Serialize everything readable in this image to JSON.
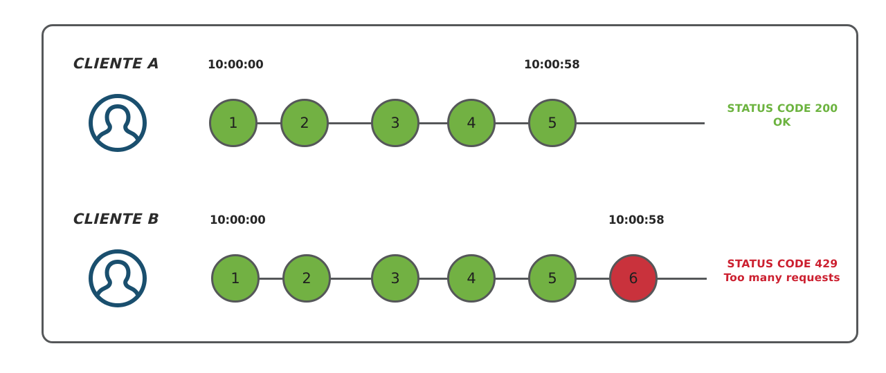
{
  "diagram": {
    "title_present": false,
    "frame": {
      "border_color": "#555759"
    },
    "colors": {
      "node_ok": "#72b143",
      "node_error": "#c9323c",
      "node_border": "#555759",
      "avatar": "#1a4f6e",
      "status_ok": "#6cb33f",
      "status_error": "#cc2030",
      "connector": "#555759"
    },
    "rows": [
      {
        "id": "cliente-a",
        "label": "CLIENTE A",
        "avatar_icon": "user-avatar-icon",
        "start_time": "10:00:00",
        "end_time": "10:00:58",
        "nodes": [
          {
            "number": "1",
            "state": "ok"
          },
          {
            "number": "2",
            "state": "ok"
          },
          {
            "number": "3",
            "state": "ok"
          },
          {
            "number": "4",
            "state": "ok"
          },
          {
            "number": "5",
            "state": "ok"
          }
        ],
        "status": {
          "line1": "STATUS CODE 200",
          "line2": "OK",
          "state": "ok"
        }
      },
      {
        "id": "cliente-b",
        "label": "CLIENTE B",
        "avatar_icon": "user-avatar-icon",
        "start_time": "10:00:00",
        "end_time": "10:00:58",
        "nodes": [
          {
            "number": "1",
            "state": "ok"
          },
          {
            "number": "2",
            "state": "ok"
          },
          {
            "number": "3",
            "state": "ok"
          },
          {
            "number": "4",
            "state": "ok"
          },
          {
            "number": "5",
            "state": "ok"
          },
          {
            "number": "6",
            "state": "error"
          }
        ],
        "status": {
          "line1": "STATUS CODE 429",
          "line2": "Too many requests",
          "state": "error"
        }
      }
    ]
  }
}
